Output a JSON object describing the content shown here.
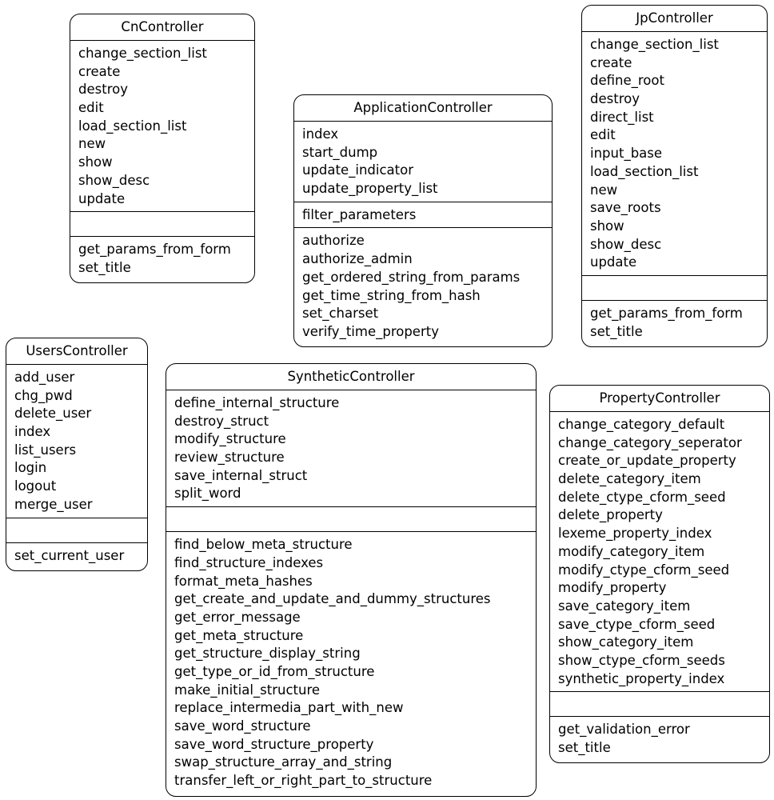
{
  "classes": {
    "cn": {
      "name": "CnController",
      "methods": [
        "change_section_list",
        "create",
        "destroy",
        "edit",
        "load_section_list",
        "new",
        "show",
        "show_desc",
        "update"
      ],
      "attributes": [],
      "private": [
        "get_params_from_form",
        "set_title"
      ]
    },
    "application": {
      "name": "ApplicationController",
      "methods": [
        "index",
        "start_dump",
        "update_indicator",
        "update_property_list"
      ],
      "attributes": [
        "filter_parameters"
      ],
      "private": [
        "authorize",
        "authorize_admin",
        "get_ordered_string_from_params",
        "get_time_string_from_hash",
        "set_charset",
        "verify_time_property"
      ]
    },
    "jp": {
      "name": "JpController",
      "methods": [
        "change_section_list",
        "create",
        "define_root",
        "destroy",
        "direct_list",
        "edit",
        "input_base",
        "load_section_list",
        "new",
        "save_roots",
        "show",
        "show_desc",
        "update"
      ],
      "attributes": [],
      "private": [
        "get_params_from_form",
        "set_title"
      ]
    },
    "users": {
      "name": "UsersController",
      "methods": [
        "add_user",
        "chg_pwd",
        "delete_user",
        "index",
        "list_users",
        "login",
        "logout",
        "merge_user"
      ],
      "attributes": [],
      "private": [
        "set_current_user"
      ]
    },
    "synthetic": {
      "name": "SyntheticController",
      "methods": [
        "define_internal_structure",
        "destroy_struct",
        "modify_structure",
        "review_structure",
        "save_internal_struct",
        "split_word"
      ],
      "attributes": [],
      "private": [
        "find_below_meta_structure",
        "find_structure_indexes",
        "format_meta_hashes",
        "get_create_and_update_and_dummy_structures",
        "get_error_message",
        "get_meta_structure",
        "get_structure_display_string",
        "get_type_or_id_from_structure",
        "make_initial_structure",
        "replace_intermedia_part_with_new",
        "save_word_structure",
        "save_word_structure_property",
        "swap_structure_array_and_string",
        "transfer_left_or_right_part_to_structure"
      ]
    },
    "property": {
      "name": "PropertyController",
      "methods": [
        "change_category_default",
        "change_category_seperator",
        "create_or_update_property",
        "delete_category_item",
        "delete_ctype_cform_seed",
        "delete_property",
        "lexeme_property_index",
        "modify_category_item",
        "modify_ctype_cform_seed",
        "modify_property",
        "save_category_item",
        "save_ctype_cform_seed",
        "show_category_item",
        "show_ctype_cform_seeds",
        "synthetic_property_index"
      ],
      "attributes": [],
      "private": [
        "get_validation_error",
        "set_title"
      ]
    }
  }
}
